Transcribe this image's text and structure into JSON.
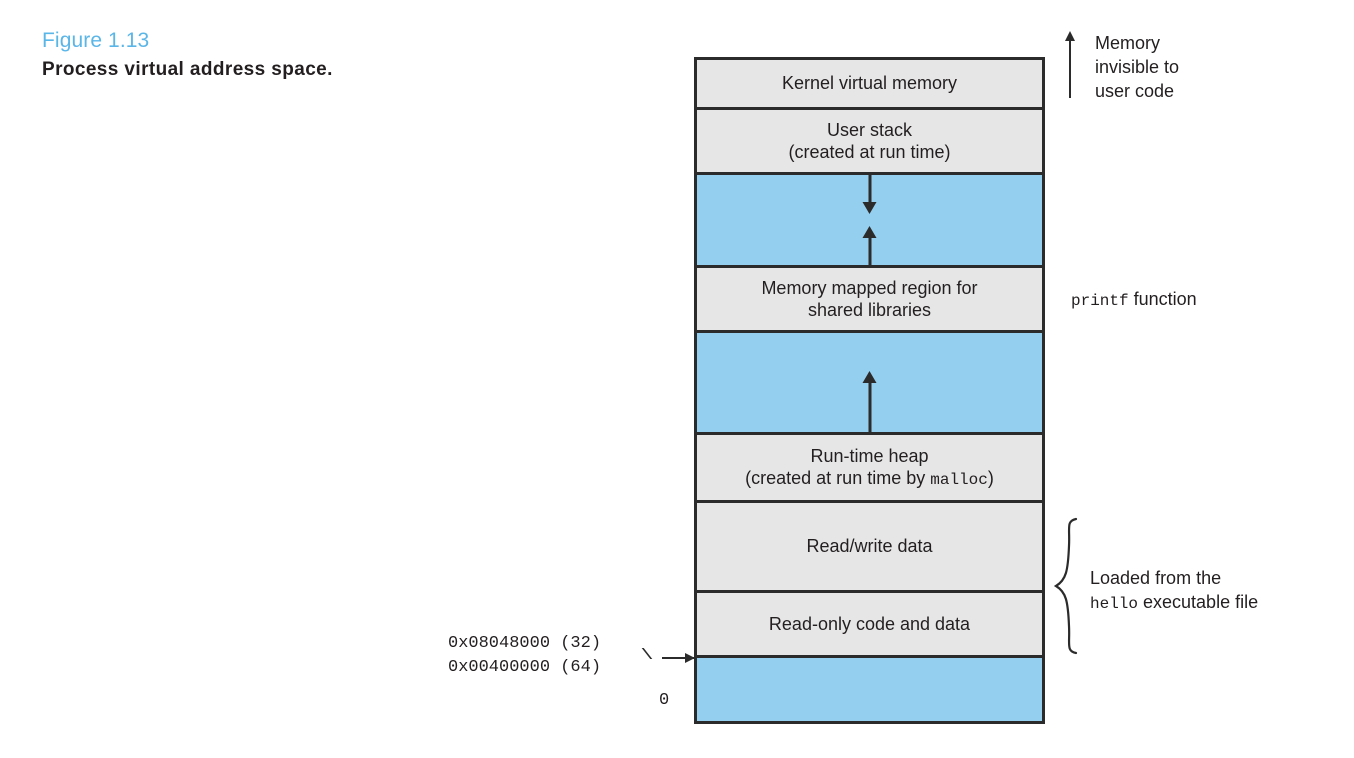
{
  "caption": {
    "figure_number": "Figure 1.13",
    "title": "Process virtual address space.",
    "figure_number_color": "#5bb6e8"
  },
  "colors": {
    "mapped_block": "#e6e6e6",
    "unmapped_block": "#94cff0",
    "outline": "#2b2b2b",
    "text": "#231f20"
  },
  "memory_map": {
    "blocks": [
      {
        "id": "kernel",
        "label": "Kernel virtual memory",
        "fill": "gray",
        "arrow": "none"
      },
      {
        "id": "userstack",
        "label_line1": "User stack",
        "label_line2": "(created at run time)",
        "fill": "gray",
        "arrow": "none"
      },
      {
        "id": "gap-stack",
        "label": "",
        "fill": "blue",
        "arrow": "down-and-up"
      },
      {
        "id": "mmap",
        "label_line1": "Memory mapped region for",
        "label_line2": "shared libraries",
        "fill": "gray",
        "arrow": "none"
      },
      {
        "id": "gap-mmap",
        "label": "",
        "fill": "blue",
        "arrow": "up"
      },
      {
        "id": "heap",
        "label_line1": "Run-time heap",
        "label_line2_pre": "(created at run time by ",
        "label_line2_mono": "malloc",
        "label_line2_post": ")",
        "fill": "gray",
        "arrow": "none"
      },
      {
        "id": "rwdata",
        "label": "Read/write data",
        "fill": "gray",
        "arrow": "none"
      },
      {
        "id": "rodata",
        "label": "Read-only code and data",
        "fill": "gray",
        "arrow": "none"
      },
      {
        "id": "zero",
        "label": "",
        "fill": "blue",
        "arrow": "none"
      }
    ]
  },
  "address_labels": {
    "line1": "0x08048000 (32)",
    "line2": "0x00400000 (64)",
    "zero": "0"
  },
  "annotations": {
    "kernel_note_line1": "Memory",
    "kernel_note_line2": "invisible to",
    "kernel_note_line3": "user code",
    "printf_note_mono": "printf",
    "printf_note_rest": " function",
    "loaded_note_line1": "Loaded from the",
    "loaded_note_line2_mono": "hello",
    "loaded_note_line2_post": " executable file"
  }
}
